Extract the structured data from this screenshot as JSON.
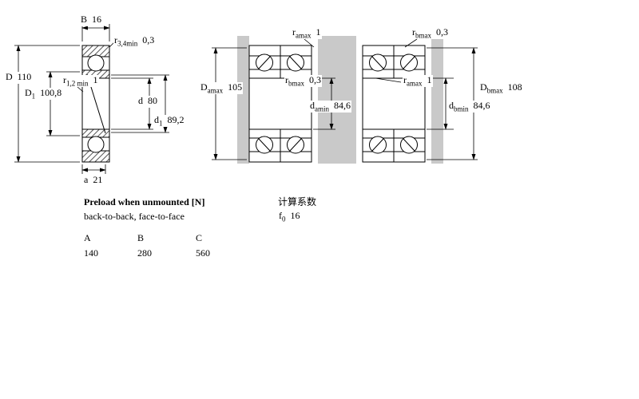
{
  "figures": {
    "single": {
      "dims": {
        "B": {
          "sym": "B",
          "sub": "",
          "val": "16"
        },
        "r34": {
          "sym": "r",
          "sub": "3,4min",
          "val": "0,3"
        },
        "D": {
          "sym": "D",
          "sub": "",
          "val": "110"
        },
        "r12": {
          "sym": "r",
          "sub": "1,2 min",
          "val": "1"
        },
        "D1": {
          "sym": "D",
          "sub": "1",
          "val": "100,8"
        },
        "d": {
          "sym": "d",
          "sub": "",
          "val": "80"
        },
        "d1": {
          "sym": "d",
          "sub": "1",
          "val": "89,2"
        },
        "a": {
          "sym": "a",
          "sub": "",
          "val": "21"
        }
      }
    },
    "back_to_back": {
      "dims": {
        "ra_top": {
          "sym": "r",
          "sub": "amax",
          "val": "1"
        },
        "rb_mid": {
          "sym": "r",
          "sub": "bmax",
          "val": "0,3"
        },
        "Da": {
          "sym": "D",
          "sub": "amax",
          "val": "105"
        },
        "da": {
          "sym": "d",
          "sub": "amin",
          "val": "84,6"
        }
      }
    },
    "face_to_face": {
      "dims": {
        "rb_top": {
          "sym": "r",
          "sub": "bmax",
          "val": "0,3"
        },
        "ra_mid": {
          "sym": "r",
          "sub": "amax",
          "val": "1"
        },
        "Db": {
          "sym": "D",
          "sub": "bmax",
          "val": "108"
        },
        "db": {
          "sym": "d",
          "sub": "bmin",
          "val": "84,6"
        }
      }
    }
  },
  "preload": {
    "title": "Preload when unmounted [N]",
    "subtitle": "back-to-back, face-to-face",
    "columns": [
      "A",
      "B",
      "C"
    ],
    "values": [
      "140",
      "280",
      "560"
    ]
  },
  "calc": {
    "label": "计算系数",
    "f": {
      "sym": "f",
      "sub": "0",
      "val": "16"
    }
  }
}
